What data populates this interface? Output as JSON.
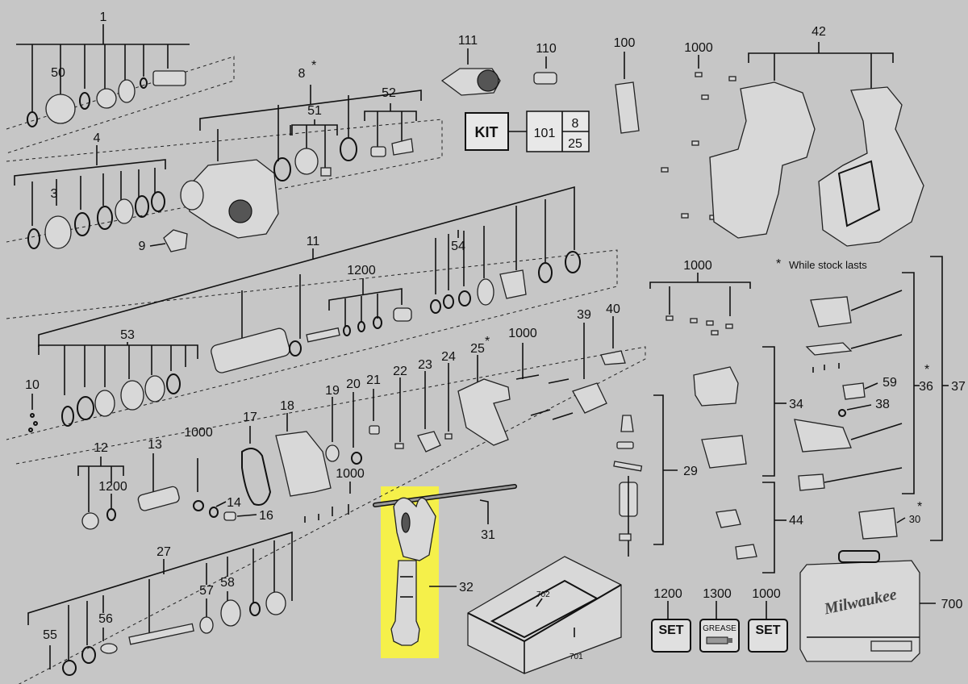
{
  "labels": {
    "l1": "1",
    "l50": "50",
    "l8": "8",
    "star": "*",
    "l51": "51",
    "l52": "52",
    "l4": "4",
    "l3": "3",
    "l9": "9",
    "l11": "11",
    "l1200a": "1200",
    "l54": "54",
    "l53": "53",
    "l10": "10",
    "l12": "12",
    "l13": "13",
    "l1200b": "1200",
    "l1000a": "1000",
    "l14": "14",
    "l16": "16",
    "l17": "17",
    "l18": "18",
    "l19": "19",
    "l20": "20",
    "l21": "21",
    "l22": "22",
    "l23": "23",
    "l24": "24",
    "l25": "25",
    "l1000b": "1000",
    "l1000c": "1000",
    "l39": "39",
    "l40": "40",
    "l27": "27",
    "l57": "57",
    "l58": "58",
    "l56": "56",
    "l55": "55",
    "l31": "31",
    "l32": "32",
    "l111": "111",
    "l110": "110",
    "l100": "100",
    "l1000d": "1000",
    "l42": "42",
    "l101": "101",
    "l8b": "8",
    "l25b": "25",
    "l1000e": "1000",
    "l34": "34",
    "l29": "29",
    "l44": "44",
    "l59": "59",
    "l38": "38",
    "l36": "36",
    "l37": "37",
    "l30": "30",
    "l702": "702",
    "l701": "701",
    "l700": "700",
    "l1200c": "1200",
    "l1300": "1300",
    "l1000f": "1000"
  },
  "kit_text": "KIT",
  "stock_note": "While stock lasts",
  "sets": {
    "set1": "SET",
    "grease": "GREASE",
    "set2": "SET"
  },
  "brand": "Milwaukee",
  "colors": {
    "background": "#c6c6c6",
    "highlight": "#f5f04a",
    "ink": "#111111"
  }
}
